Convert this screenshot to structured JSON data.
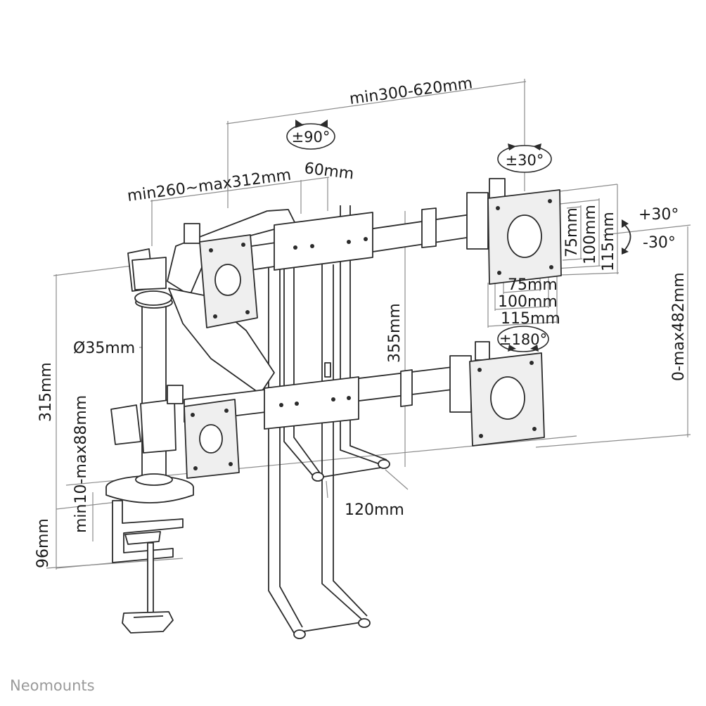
{
  "dimensions": {
    "width_range": "min300-620mm",
    "arm_length": "min260~max312mm",
    "offset": "60mm",
    "pole_diameter": "Ø35mm",
    "pole_height": "355mm",
    "height_left": "315mm",
    "clamp_range": "min10-max88mm",
    "clamp_height": "96mm",
    "grommet_spacing": "120mm",
    "height_adjust": "0-max482mm",
    "tilt_up": "+30°",
    "tilt_down": "-30°",
    "vesa_h_75": "75mm",
    "vesa_h_100": "100mm",
    "vesa_h_115": "115mm",
    "vesa_v_75": "75mm",
    "vesa_v_100": "100mm",
    "vesa_v_115": "115mm"
  },
  "badges": {
    "rotate_90": "±90°",
    "swivel_30": "±30°",
    "rotate_180": "±180°"
  },
  "brand": {
    "name": "Neomounts"
  }
}
